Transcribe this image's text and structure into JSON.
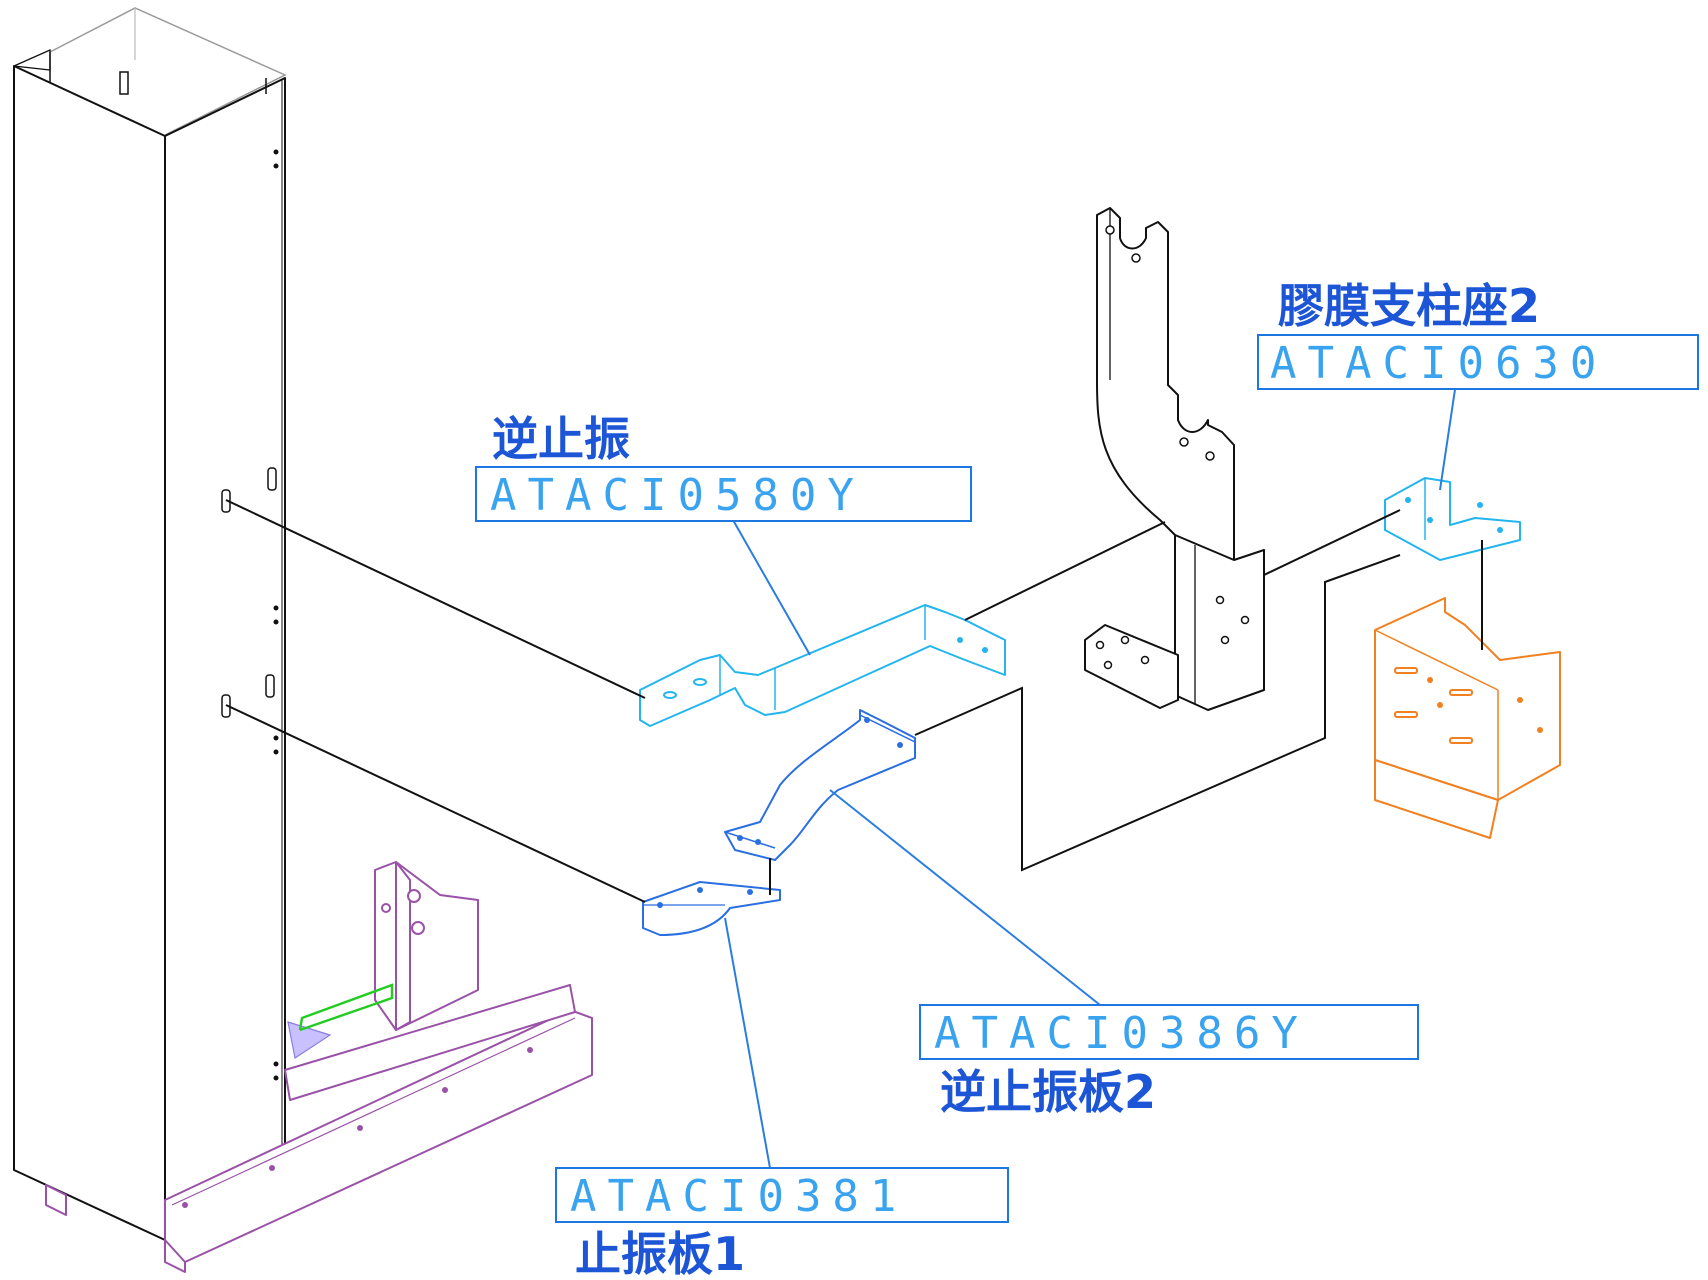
{
  "labels": {
    "check_vibration": {
      "name": "逆止振",
      "code": "ATACI0580Y"
    },
    "film_post_base_2": {
      "name": "膠膜支柱座2",
      "code": "ATACI0630"
    },
    "anti_vibration_plate_2": {
      "name": "逆止振板2",
      "code": "ATACI0386Y"
    },
    "vibration_plate_1": {
      "name": "止振板1",
      "code": "ATACI0381"
    }
  },
  "colors": {
    "title_blue": "#1c55d6",
    "code_blue": "#3aa3f0",
    "cyan_part": "#22b5ee",
    "blue_part": "#2a6fe0",
    "orange_part": "#f08020",
    "purple_part": "#9a52a8",
    "green_part": "#22cc22",
    "line_black": "#111111"
  }
}
